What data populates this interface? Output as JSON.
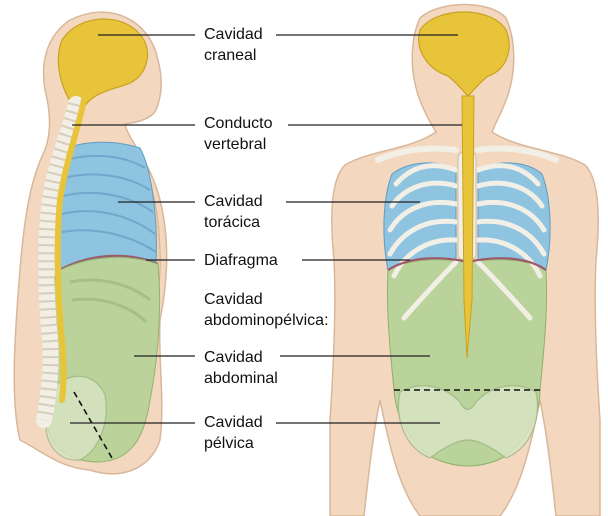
{
  "labels": {
    "cranial": [
      "Cavidad",
      "craneal"
    ],
    "vertebral": [
      "Conducto",
      "vertebral"
    ],
    "thoracic": [
      "Cavidad",
      "torácica"
    ],
    "diaphragm": [
      "Diafragma"
    ],
    "abdominopelvic": [
      "Cavidad",
      "abdominopélvica:"
    ],
    "abdominal": [
      "Cavidad",
      "abdominal"
    ],
    "pelvic": [
      "Cavidad",
      "pélvica"
    ]
  },
  "colors": {
    "cranial": "#e8c43a",
    "vertebral": "#e8c43a",
    "thoracic": "#8fc4e0",
    "abdominopelvic": "#b9d39a",
    "skin": "#f3d7bf",
    "bone": "#f2efe6",
    "leader_line": "#222222"
  }
}
